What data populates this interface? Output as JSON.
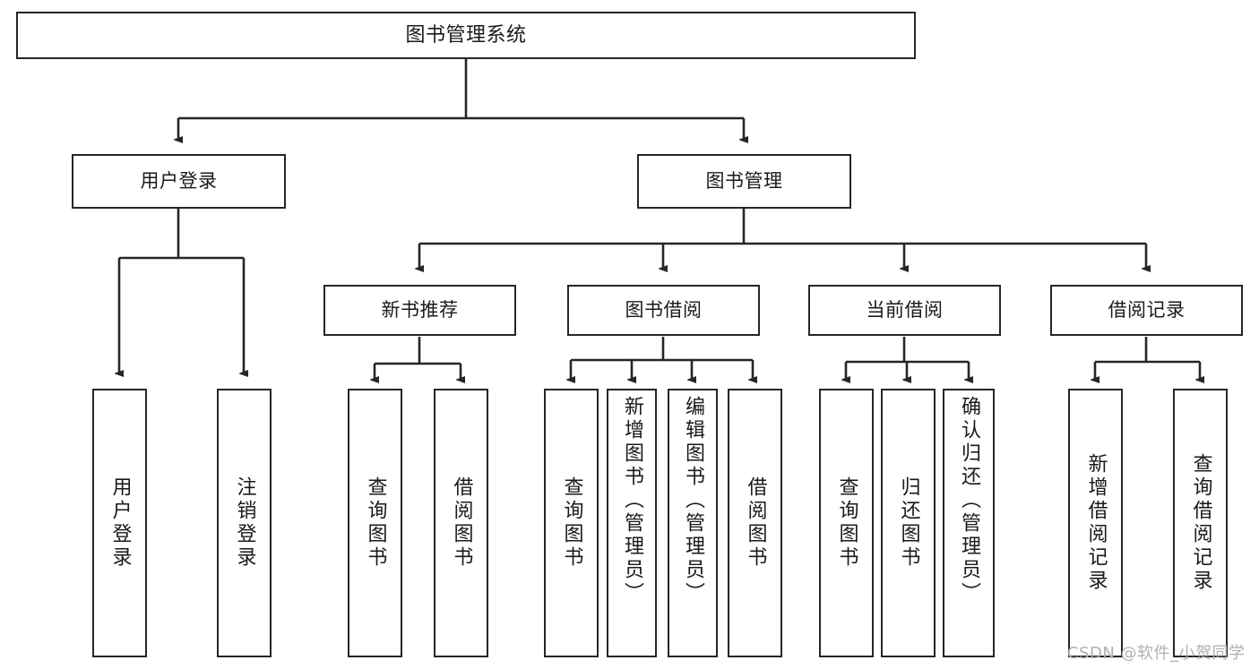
{
  "diagram": {
    "title": "图书管理系统",
    "watermark": "CSDN @软件_小贺同学",
    "stroke_color": "#262626",
    "fill_color": "#ffffff",
    "text_color": "#1a1a1a",
    "nodes": {
      "root": {
        "label": "图书管理系统"
      },
      "level1": [
        {
          "id": "user-login",
          "label": "用户登录"
        },
        {
          "id": "book-management",
          "label": "图书管理"
        }
      ],
      "level2": [
        {
          "id": "new-book-recommend",
          "label": "新书推荐"
        },
        {
          "id": "book-borrow",
          "label": "图书借阅"
        },
        {
          "id": "current-borrow",
          "label": "当前借阅"
        },
        {
          "id": "borrow-record",
          "label": "借阅记录"
        }
      ],
      "leaves": {
        "user_login": [
          {
            "id": "leaf-user-login",
            "label": "用户登录"
          },
          {
            "id": "leaf-logout",
            "label": "注销登录"
          }
        ],
        "new_book_recommend": [
          {
            "id": "leaf-query-book-1",
            "label": "查询图书"
          },
          {
            "id": "leaf-borrow-book-1",
            "label": "借阅图书"
          }
        ],
        "book_borrow": [
          {
            "id": "leaf-query-book-2",
            "label": "查询图书"
          },
          {
            "id": "leaf-add-book",
            "label": "新增图书（管理员）"
          },
          {
            "id": "leaf-edit-book",
            "label": "编辑图书（管理员）"
          },
          {
            "id": "leaf-borrow-book-2",
            "label": "借阅图书"
          }
        ],
        "current_borrow": [
          {
            "id": "leaf-query-book-3",
            "label": "查询图书"
          },
          {
            "id": "leaf-return-book",
            "label": "归还图书"
          },
          {
            "id": "leaf-confirm-return",
            "label": "确认归还（管理员）"
          }
        ],
        "borrow_record": [
          {
            "id": "leaf-add-record",
            "label": "新增借阅记录"
          },
          {
            "id": "leaf-query-record",
            "label": "查询借阅记录"
          }
        ]
      }
    }
  }
}
